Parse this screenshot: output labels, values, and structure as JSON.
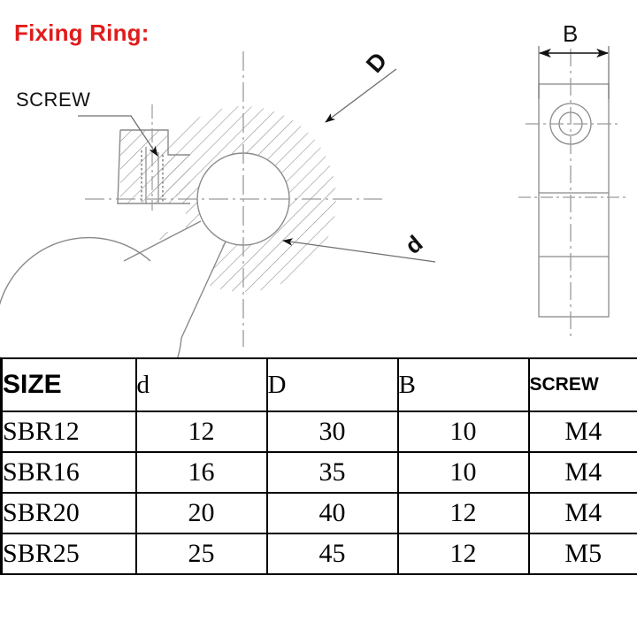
{
  "title": "Fixing Ring:",
  "title_color": "#e11b1b",
  "drawing": {
    "labels": {
      "screw": "SCREW",
      "outer_diameter": "D",
      "inner_diameter": "d",
      "width": "B"
    },
    "line_color": "#8a8a8a",
    "ink_color": "#111111"
  },
  "table": {
    "headers": [
      "SIZE",
      "d",
      "D",
      "B",
      "SCREW"
    ],
    "rows": [
      {
        "size": "SBR12",
        "d": "12",
        "D": "30",
        "B": "10",
        "screw": "M4"
      },
      {
        "size": "SBR16",
        "d": "16",
        "D": "35",
        "B": "10",
        "screw": "M4"
      },
      {
        "size": "SBR20",
        "d": "20",
        "D": "40",
        "B": "12",
        "screw": "M4"
      },
      {
        "size": "SBR25",
        "d": "25",
        "D": "45",
        "B": "12",
        "screw": "M5"
      }
    ]
  }
}
